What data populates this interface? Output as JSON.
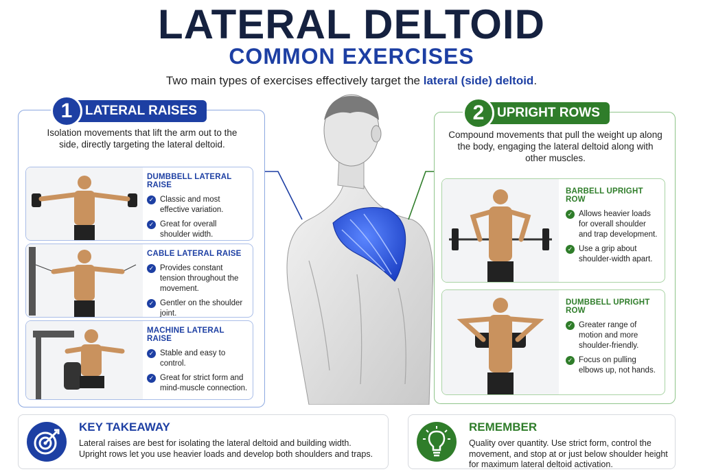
{
  "header": {
    "title": "LATERAL DELTOID",
    "subtitle": "COMMON EXERCISES",
    "intro_prefix": "Two main types of exercises effectively target the ",
    "intro_highlight": "lateral (side) deltoid",
    "intro_suffix": "."
  },
  "section1": {
    "number": "1",
    "title": "LATERAL RAISES",
    "description": "Isolation movements that lift the arm out to the side, directly targeting the lateral deltoid.",
    "exercises": [
      {
        "name": "DUMBBELL LATERAL RAISE",
        "bullets": [
          "Classic and most effective variation.",
          "Great for overall shoulder width."
        ]
      },
      {
        "name": "CABLE LATERAL RAISE",
        "bullets": [
          "Provides constant tension throughout the movement.",
          "Gentler on the shoulder joint."
        ]
      },
      {
        "name": "MACHINE LATERAL RAISE",
        "bullets": [
          "Stable and easy to control.",
          "Great for strict form and mind-muscle connection."
        ]
      }
    ]
  },
  "section2": {
    "number": "2",
    "title": "UPRIGHT ROWS",
    "description": "Compound movements that pull the weight up along the body, engaging the lateral deltoid along with other muscles.",
    "exercises": [
      {
        "name": "BARBELL UPRIGHT ROW",
        "bullets": [
          "Allows heavier loads for overall shoulder and trap development.",
          "Use a grip about shoulder-width apart."
        ]
      },
      {
        "name": "DUMBBELL UPRIGHT ROW",
        "bullets": [
          "Greater range of motion and more shoulder-friendly.",
          "Focus on pulling elbows up, not hands."
        ]
      }
    ]
  },
  "takeaway": {
    "title": "KEY TAKEAWAY",
    "text": "Lateral raises are best for isolating the lateral deltoid and building width. Upright rows let you use heavier loads and develop both shoulders and traps."
  },
  "remember": {
    "title": "REMEMBER",
    "text": "Quality over quantity. Use strict form, control the movement, and stop at or just below shoulder height for maximum lateral deltoid activation."
  },
  "colors": {
    "navy": "#15213f",
    "blue": "#1d3fa3",
    "green": "#2f7d2a",
    "deltoid": "#2f5fe0"
  },
  "icons": [
    "target-icon",
    "lightbulb-icon",
    "check-icon",
    "arrow-icon"
  ]
}
